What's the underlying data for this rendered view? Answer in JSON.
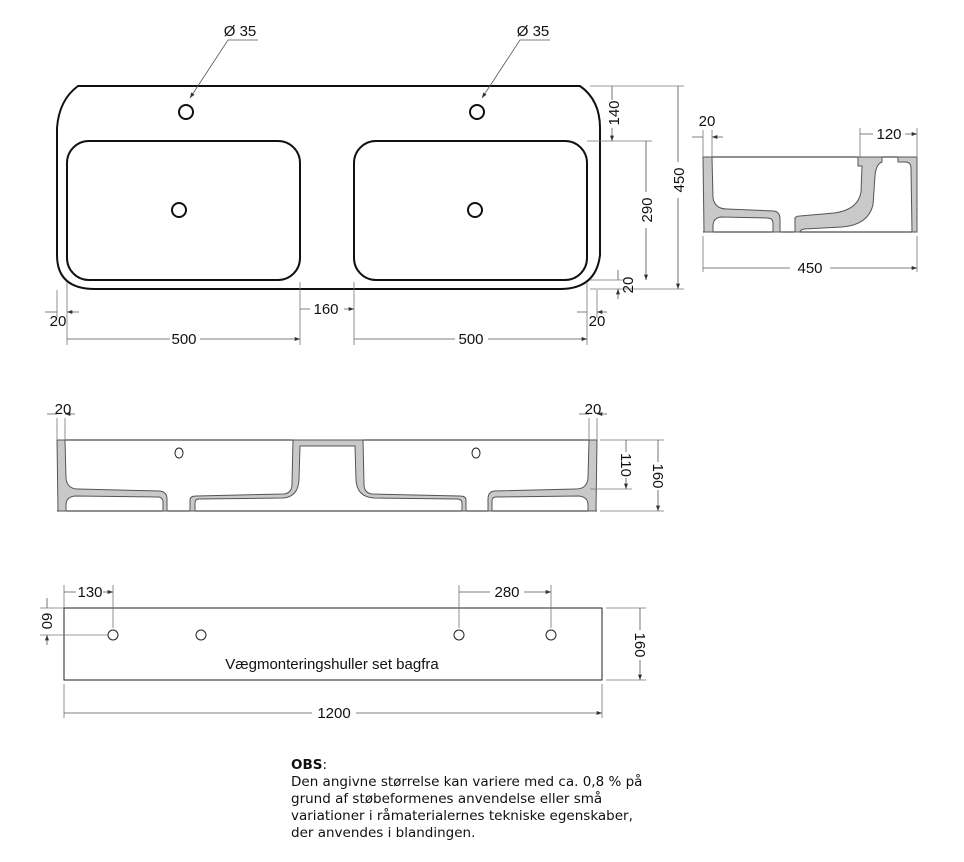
{
  "plan_view": {
    "hole_labels": [
      "Ø 35",
      "Ø 35"
    ],
    "dims": {
      "left_edge": "20",
      "basin_left": "500",
      "gap": "160",
      "basin_right": "500",
      "right_edge": "20",
      "top_to_basin": "140",
      "basin_depth": "290",
      "total_depth": "450",
      "bottom_edge": "20"
    }
  },
  "side_view": {
    "dims": {
      "wall": "20",
      "rear": "120",
      "depth": "450"
    }
  },
  "front_section": {
    "dims": {
      "left_wall": "20",
      "right_wall": "20",
      "basin_height": "110",
      "total_height": "160"
    }
  },
  "back_view": {
    "caption": "Vægmonteringshuller set bagfra",
    "dims": {
      "hole_offset": "130",
      "hole_spacing": "280",
      "hole_height": "60",
      "height": "160",
      "width": "1200"
    }
  },
  "note": {
    "title": "OBS",
    "lines": [
      "Den angivne størrelse kan variere med ca. 0,8 % på",
      "grund af støbeformenes anvendelse eller små",
      "variationer i råmaterialernes tekniske egenskaber,",
      "der anvendes i blandingen."
    ]
  }
}
